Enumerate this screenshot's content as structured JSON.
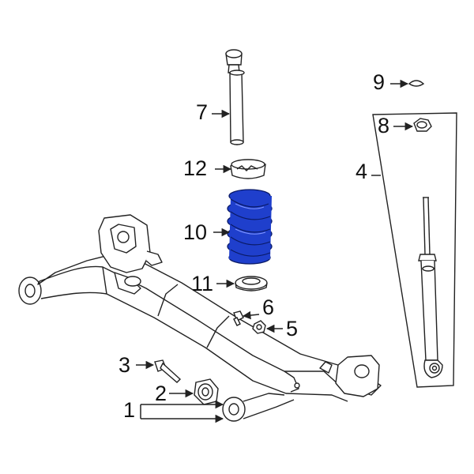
{
  "diagram": {
    "colors": {
      "line": "#222222",
      "highlight": "#1f3fcc",
      "background": "#ffffff"
    },
    "callouts": [
      {
        "id": "1",
        "label": "1"
      },
      {
        "id": "2",
        "label": "2"
      },
      {
        "id": "3",
        "label": "3"
      },
      {
        "id": "4",
        "label": "4"
      },
      {
        "id": "5",
        "label": "5"
      },
      {
        "id": "6",
        "label": "6"
      },
      {
        "id": "7",
        "label": "7"
      },
      {
        "id": "8",
        "label": "8"
      },
      {
        "id": "9",
        "label": "9"
      },
      {
        "id": "10",
        "label": "10"
      },
      {
        "id": "11",
        "label": "11"
      },
      {
        "id": "12",
        "label": "12"
      }
    ]
  }
}
